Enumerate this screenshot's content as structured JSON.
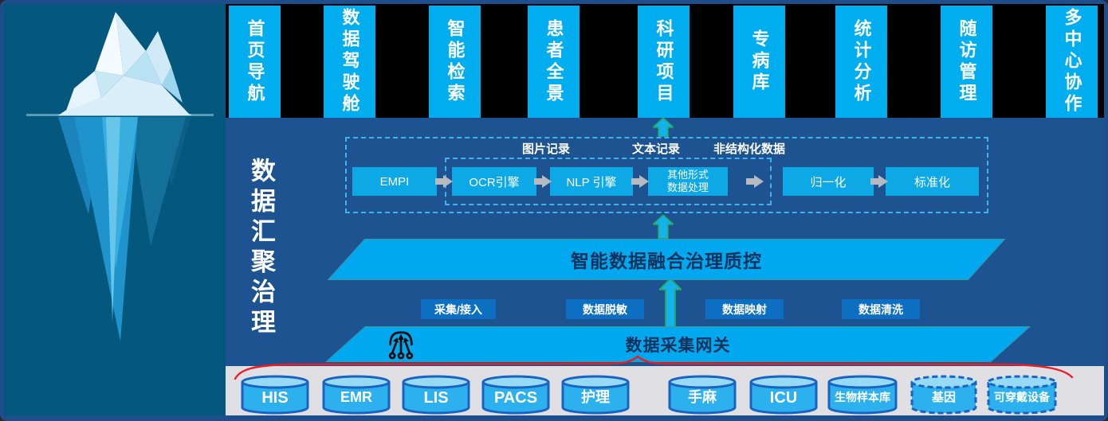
{
  "left_panel": {
    "vertical_title": "数据汇聚治理"
  },
  "top_nav": {
    "items": [
      {
        "label": "首页导航"
      },
      {
        "label": "数据驾驶舱"
      },
      {
        "label": "智能检索"
      },
      {
        "label": "患者全景"
      },
      {
        "label": "科研项目"
      },
      {
        "label": "专病库"
      },
      {
        "label": "统计分析"
      },
      {
        "label": "随访管理"
      },
      {
        "label": "多中心协作"
      }
    ]
  },
  "governance": {
    "category_labels": [
      {
        "text": "图片记录"
      },
      {
        "text": "文本记录"
      },
      {
        "text": "非结构化数据"
      }
    ],
    "pipeline": [
      {
        "label": "EMPI"
      },
      {
        "label": "OCR引擎"
      },
      {
        "label": "NLP 引擎"
      },
      {
        "label": "其他形式\n数据处理"
      },
      {
        "label": "归一化"
      },
      {
        "label": "标准化"
      }
    ],
    "fusion_bar": {
      "label": "智能数据融合治理质控"
    },
    "process_chips": [
      {
        "label": "采集/接入"
      },
      {
        "label": "数据脱敏"
      },
      {
        "label": "数据映射"
      },
      {
        "label": "数据清洗"
      }
    ],
    "gateway_bar": {
      "label": "数据采集网关"
    }
  },
  "sources": {
    "items": [
      {
        "label": "HIS",
        "dashed": false
      },
      {
        "label": "EMR",
        "dashed": false
      },
      {
        "label": "LIS",
        "dashed": false
      },
      {
        "label": "PACS",
        "dashed": false
      },
      {
        "label": "护理",
        "dashed": false
      },
      {
        "label": "手麻",
        "dashed": false
      },
      {
        "label": "ICU",
        "dashed": false
      },
      {
        "label": "生物样本库",
        "dashed": false
      },
      {
        "label": "基因",
        "dashed": true
      },
      {
        "label": "可穿戴设备",
        "dashed": true
      }
    ]
  },
  "icons": {
    "iceberg": "low-poly-iceberg-illustration",
    "gateway": "three-source-merge-arrows",
    "up_arrow": "upward-flow-arrow",
    "right_arrow": "gray-right-arrow",
    "brace": "red-grouping-brace"
  },
  "colors": {
    "canvas_border": "#1E4F8C",
    "left_panel_bg": "#04587E",
    "top_strip_bg": "#000000",
    "main_bg": "#1D5391",
    "accent_cyan": "#00AEEF",
    "pipeline_box": "#0CA9E6",
    "chip_blue": "#0D6FC2",
    "dashed_border": "#3FB3EF",
    "gray_arrow": "#B4BAC0",
    "up_arrow_fill": "#12B3EA",
    "up_arrow_stroke": "#2AA65A",
    "brace_red": "#ED1C24",
    "source_strip_bg": "#E0E0E4",
    "cylinder_fill": "#2CB0EE",
    "cylinder_top": "#96DAF6",
    "cylinder_stroke": "#1A63C0",
    "parallelogram_text": "#12315C"
  }
}
